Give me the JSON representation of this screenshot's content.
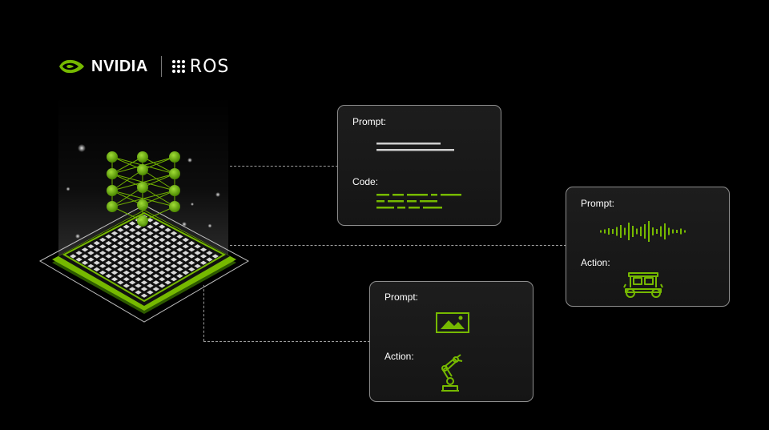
{
  "brand": {
    "nvidia_label": "NVIDIA",
    "ros_label": "ROS",
    "accent": "#76b900"
  },
  "cards": {
    "code_card": {
      "prompt_label": "Prompt:",
      "output_label": "Code:"
    },
    "audio_card": {
      "prompt_label": "Prompt:",
      "output_label": "Action:"
    },
    "image_card": {
      "prompt_label": "Prompt:",
      "output_label": "Action:"
    }
  },
  "icons": {
    "prompt_text": "text-lines-icon",
    "code": "code-lines-icon",
    "audio": "audio-waveform-icon",
    "image": "image-icon",
    "vehicle": "autonomous-vehicle-icon",
    "robot_arm": "robot-arm-icon",
    "chip": "chip-icon",
    "neural_network": "neural-network-icon"
  }
}
